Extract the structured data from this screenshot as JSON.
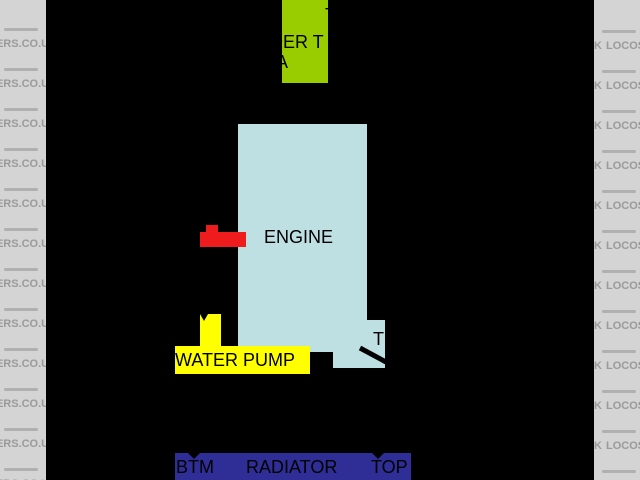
{
  "watermark": {
    "left_text": "DERS.CO.UK",
    "right_text": "LOCOST",
    "right_partial_text": "K"
  },
  "diagram": {
    "engine_label": "ENGINE",
    "water_pump_label": "WATER PUMP",
    "radiator_label": "RADIATOR",
    "radiator_bottom_label": "BTM",
    "radiator_top_label": "TOP",
    "header_tank_fragment_1": "DER T",
    "header_tank_fragment_2": "A",
    "header_tank_fragment_top": "T",
    "thermostat_fragment": "T"
  },
  "colors": {
    "background": "#000000",
    "engine": "#bfe0e3",
    "header_tank": "#9acd00",
    "water_pump": "#ffff00",
    "radiator": "#2e2e96",
    "heater_outlet": "#ee1c1c",
    "watermark_panel": "#d4d4d4"
  }
}
